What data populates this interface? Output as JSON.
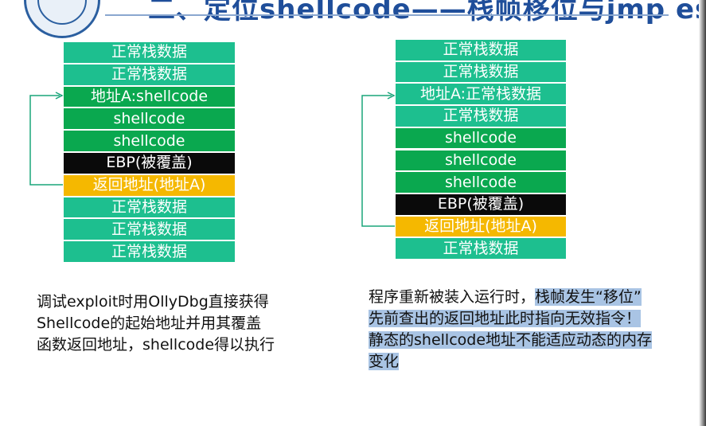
{
  "header": {
    "title": "二、定位shellcode——栈帧移位与jmp esp"
  },
  "left_stack": [
    {
      "label": "正常栈数据",
      "kind": "normal"
    },
    {
      "label": "正常栈数据",
      "kind": "normal"
    },
    {
      "label": "地址A:shellcode",
      "kind": "shellcode"
    },
    {
      "label": "shellcode",
      "kind": "shellcode"
    },
    {
      "label": "shellcode",
      "kind": "shellcode"
    },
    {
      "label": "EBP(被覆盖)",
      "kind": "ebp"
    },
    {
      "label": "返回地址(地址A)",
      "kind": "ret"
    },
    {
      "label": "正常栈数据",
      "kind": "normal"
    },
    {
      "label": "正常栈数据",
      "kind": "normal"
    },
    {
      "label": "正常栈数据",
      "kind": "normal"
    }
  ],
  "right_stack": [
    {
      "label": "正常栈数据",
      "kind": "normal"
    },
    {
      "label": "正常栈数据",
      "kind": "normal"
    },
    {
      "label": "地址A:正常栈数据",
      "kind": "normal"
    },
    {
      "label": "正常栈数据",
      "kind": "normal"
    },
    {
      "label": "shellcode",
      "kind": "shellcode"
    },
    {
      "label": "shellcode",
      "kind": "shellcode"
    },
    {
      "label": "shellcode",
      "kind": "shellcode"
    },
    {
      "label": "EBP(被覆盖)",
      "kind": "ebp"
    },
    {
      "label": "返回地址(地址A)",
      "kind": "ret"
    },
    {
      "label": "正常栈数据",
      "kind": "normal"
    }
  ],
  "left_text": {
    "line1": "调试exploit时用OllyDbg直接获得",
    "line2": "Shellcode的起始地址并用其覆盖",
    "line3": "函数返回地址，shellcode得以执行"
  },
  "right_text": {
    "line1_plain": "程序重新被装入运行时，",
    "line1_highlight": "栈帧发生“移位”",
    "line2": "先前查出的返回地址此时指向无效指令！",
    "line3": "静态的shellcode地址不能适应动态的内存",
    "line4": "变化"
  },
  "colors": {
    "normal": "#1dbf8f",
    "shellcode": "#0aa84f",
    "ebp": "#0a0a0a",
    "ret": "#f5b800",
    "arrow": "#1aa57a",
    "highlight": "#a9c4e4"
  }
}
